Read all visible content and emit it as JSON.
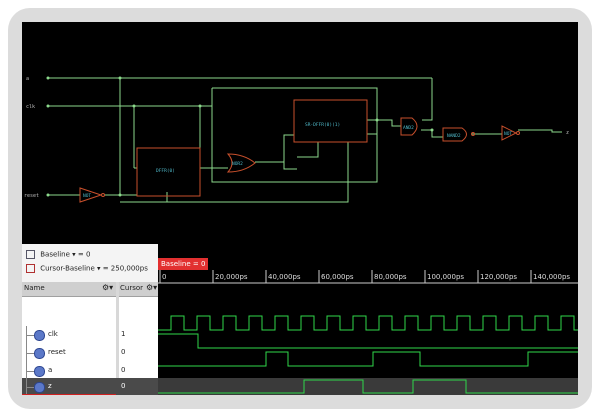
{
  "schematic": {
    "input_labels": [
      "a",
      "clk",
      "reset"
    ],
    "output_label": "z",
    "blocks": [
      "DFFR(0)",
      "SR-DFFR(0)(1)",
      "NOR2",
      "AND2",
      "NAND2",
      "NOT",
      "NOT"
    ]
  },
  "waveform": {
    "header": {
      "baseline_line": "Baseline ▾ = 0",
      "cursor_line": "Cursor-Baseline ▾ = 250,000ps"
    },
    "columns": {
      "name": "Name",
      "cursor": "Cursor"
    },
    "baseline_tag": "Baseline = 0",
    "time_ticks": [
      "0",
      "20,000ps",
      "40,000ps",
      "60,000ps",
      "80,000ps",
      "100,000ps",
      "120,000ps",
      "140,000ps"
    ],
    "signals": [
      {
        "name": "clk",
        "value": "1"
      },
      {
        "name": "reset",
        "value": "0"
      },
      {
        "name": "a",
        "value": "0"
      },
      {
        "name": "z",
        "value": "0"
      }
    ]
  }
}
